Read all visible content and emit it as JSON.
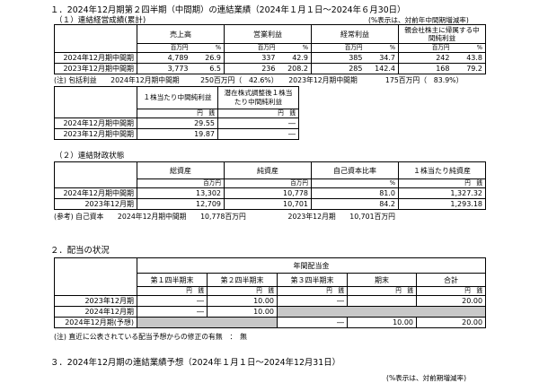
{
  "sec1": {
    "title": "１．2024年12月期第２四半期（中間期）の連結業績（2024年１月１日～2024年６月30日）",
    "sub": "（１）連結経営成績(累計)",
    "note": "(%表示は、対前年中間期増減率)",
    "headers": [
      "売上高",
      "営業利益",
      "経常利益",
      "親会社株主に帰属する中間純利益"
    ],
    "unit_money": "百万円",
    "unit_pct": "%",
    "rows": [
      {
        "label": "2024年12月期中間期",
        "v": [
          "4,789",
          "26.9",
          "337",
          "42.9",
          "385",
          "34.7",
          "242",
          "43.8"
        ]
      },
      {
        "label": "2023年12月期中間期",
        "v": [
          "3,773",
          "6.5",
          "236",
          "208.2",
          "285",
          "142.4",
          "168",
          "79.2"
        ]
      }
    ],
    "comp_note": "(注) 包括利益　　2024年12月期中間期　　　250百万円（　42.6%）　　2023年12月期中間期　　　　175百万円（　83.9%）",
    "eps_headers": [
      "１株当たり中間純利益",
      "潜在株式調整後１株当たり中間純利益"
    ],
    "eps_unit_a": "円",
    "eps_unit_b": "銭",
    "eps_rows": [
      {
        "label": "2024年12月期中間期",
        "v": [
          "29.55",
          "―"
        ]
      },
      {
        "label": "2023年12月期中間期",
        "v": [
          "19.87",
          "―"
        ]
      }
    ]
  },
  "sec2": {
    "title": "（２）連結財政状態",
    "headers": [
      "総資産",
      "純資産",
      "自己資本比率",
      "１株当たり純資産"
    ],
    "units": [
      "百万円",
      "百万円",
      "%",
      "円　銭"
    ],
    "rows": [
      {
        "label": "2024年12月期中間期",
        "v": [
          "13,302",
          "10,778",
          "81.0",
          "1,327.32"
        ]
      },
      {
        "label": "2023年12月期",
        "v": [
          "12,709",
          "10,701",
          "84.2",
          "1,293.18"
        ]
      }
    ],
    "ref_note": "(参考) 自己資本　　2024年12月期中間期　　10,778百万円　　　　　　2023年12月期　　10,701百万円"
  },
  "sec3": {
    "title": "２．配当の状況",
    "group_header": "年間配当金",
    "headers": [
      "第１四半期末",
      "第２四半期末",
      "第３四半期末",
      "期末",
      "合計"
    ],
    "unit_a": "円",
    "unit_b": "銭",
    "rows": [
      {
        "label": "2023年12月期",
        "v": [
          "―",
          "10.00",
          "―",
          "20.00"
        ]
      },
      {
        "label": "2024年12月期",
        "v": [
          "―",
          "10.00"
        ]
      },
      {
        "label": "2024年12月期(予想)",
        "v": [
          "―",
          "10.00",
          "20.00"
        ]
      }
    ],
    "note": "(注) 直近に公表されている配当予想からの修正の有無　：　無"
  },
  "sec4": {
    "title": "３．2024年12月期の連結業績予想（2024年１月１日～2024年12月31日）",
    "note": "(%表示は、対前期増減率)"
  }
}
